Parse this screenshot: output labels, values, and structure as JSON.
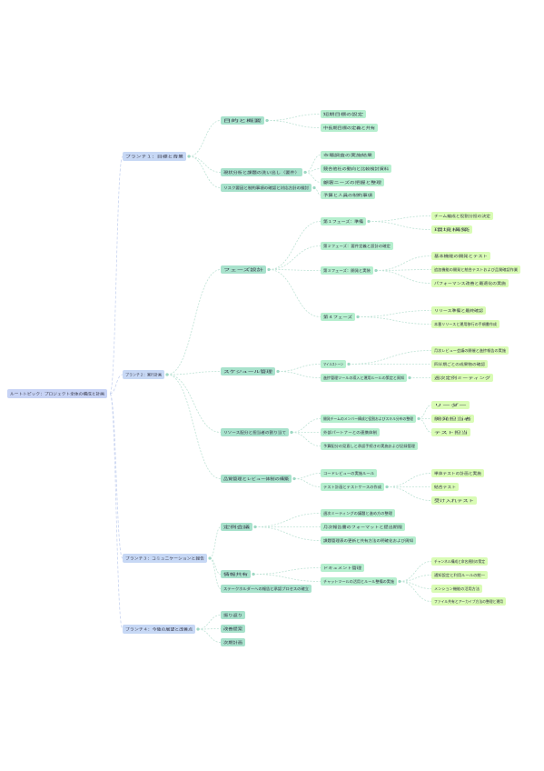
{
  "colors": {
    "root": "#c7d3f5",
    "level1": "#c7d8f5",
    "level2": "#a8e2cc",
    "level3": "#b6efcf",
    "level4": "#d9fcb5",
    "edge": "#bfe3d6",
    "edge_root": "#c7d3f0"
  },
  "nodes": [
    {
      "id": "root",
      "label": "ルートトピック：プロジェクト全体の構成と計画",
      "level": 0
    },
    {
      "id": "b1",
      "label": "ブランチ１：目標と背景",
      "level": 1
    },
    {
      "id": "b1a",
      "label": "目的と概要",
      "level": 2
    },
    {
      "id": "b1a1",
      "label": "短期目標の設定",
      "level": 3
    },
    {
      "id": "b1a2",
      "label": "中長期目標の定義と共有",
      "level": 3
    },
    {
      "id": "b1b",
      "label": "現状分析と課題の洗い出し（要件）",
      "level": 2
    },
    {
      "id": "b1b1",
      "label": "市場調査の実施結果",
      "level": 3
    },
    {
      "id": "b1b2",
      "label": "競合他社の動向と比較検討資料",
      "level": 3
    },
    {
      "id": "b1b3",
      "label": "顧客ニーズの把握と整理",
      "level": 3
    },
    {
      "id": "b1c",
      "label": "リスク要因と制約事項の確認と対応方針の検討",
      "level": 2
    },
    {
      "id": "b1c1",
      "label": "予算と人員の制約事項",
      "level": 3
    },
    {
      "id": "b2",
      "label": "ブランチ２：実行計画",
      "level": 1
    },
    {
      "id": "b2a",
      "label": "フェーズ設計",
      "level": 2
    },
    {
      "id": "b2a1",
      "label": "第１フェーズ：準備",
      "level": 3
    },
    {
      "id": "b2a1a",
      "label": "チーム編成と役割分担の決定",
      "level": 4
    },
    {
      "id": "b2a1b",
      "label": "環境構築",
      "level": 4
    },
    {
      "id": "b2a2",
      "label": "第２フェーズ：要件定義と設計の確定",
      "level": 3
    },
    {
      "id": "b2a3",
      "label": "第３フェーズ：開発と実装",
      "level": 3
    },
    {
      "id": "b2a3a",
      "label": "基本機能の開発とテスト",
      "level": 4
    },
    {
      "id": "b2a3b",
      "label": "追加機能の開発と統合テストおよび品質確認作業",
      "level": 4
    },
    {
      "id": "b2a3c",
      "label": "パフォーマンス改善と最適化の実施",
      "level": 4
    },
    {
      "id": "b2a4",
      "label": "第４フェーズ",
      "level": 3
    },
    {
      "id": "b2a4a",
      "label": "リリース準備と最終確認",
      "level": 4
    },
    {
      "id": "b2a4b",
      "label": "本番リリースと運用移行の手順書作成",
      "level": 4
    },
    {
      "id": "b2b",
      "label": "スケジュール管理",
      "level": 2
    },
    {
      "id": "b2b1",
      "label": "マイルストーン",
      "level": 3
    },
    {
      "id": "b2b1a",
      "label": "月次レビュー会議の開催と進捗報告の実施",
      "level": 4
    },
    {
      "id": "b2b1b",
      "label": "四半期ごとの成果物の確認",
      "level": 4
    },
    {
      "id": "b2b2",
      "label": "進捗管理ツールの導入と運用ルールの策定と周知",
      "level": 3
    },
    {
      "id": "b2b2a",
      "label": "週次定例ミーティング",
      "level": 4
    },
    {
      "id": "b2c",
      "label": "リソース配分と担当者の割り当て",
      "level": 2
    },
    {
      "id": "b2c1",
      "label": "開発チームのメンバー構成と役割およびスキル分布の整理",
      "level": 3
    },
    {
      "id": "b2c1a",
      "label": "リーダー",
      "level": 4
    },
    {
      "id": "b2c1b",
      "label": "開発担当者",
      "level": 4
    },
    {
      "id": "b2c1c",
      "label": "テスト担当",
      "level": 4
    },
    {
      "id": "b2c2",
      "label": "外部パートナーとの連携体制",
      "level": 3
    },
    {
      "id": "b2c3",
      "label": "予算配分の見直しと承認手続きの実施および記録管理",
      "level": 3
    },
    {
      "id": "b2d",
      "label": "品質管理とレビュー体制の構築",
      "level": 2
    },
    {
      "id": "b2d1",
      "label": "コードレビューの実施ルール",
      "level": 3
    },
    {
      "id": "b2d2",
      "label": "テスト計画とテストケースの作成",
      "level": 3
    },
    {
      "id": "b2d2a",
      "label": "単体テストの計画と実施",
      "level": 4
    },
    {
      "id": "b2d2b",
      "label": "結合テスト",
      "level": 4
    },
    {
      "id": "b2d2c",
      "label": "受け入れテスト",
      "level": 4
    },
    {
      "id": "b3",
      "label": "ブランチ３：コミュニケーションと報告",
      "level": 1
    },
    {
      "id": "b3a",
      "label": "定例会議",
      "level": 2
    },
    {
      "id": "b3a1",
      "label": "週次ミーティングの議題と進め方の整理",
      "level": 3
    },
    {
      "id": "b3a2",
      "label": "月次報告書のフォーマットと提出期限",
      "level": 3
    },
    {
      "id": "b3a3",
      "label": "課題管理表の更新と共有方法の明確化および周知",
      "level": 3
    },
    {
      "id": "b3b",
      "label": "情報共有",
      "level": 2
    },
    {
      "id": "b3b1",
      "label": "ドキュメント管理",
      "level": 3
    },
    {
      "id": "b3b2",
      "label": "チャットツールの活用とルール整備の実施",
      "level": 3
    },
    {
      "id": "b3b2a",
      "label": "チャンネル構成と命名規則の策定",
      "level": 4
    },
    {
      "id": "b3b2b",
      "label": "通知設定と利用ルールの統一",
      "level": 4
    },
    {
      "id": "b3b2c",
      "label": "メンション機能の活用方法",
      "level": 4
    },
    {
      "id": "b3b2d",
      "label": "ファイル共有とアーカイブ方法の整理と運用",
      "level": 4
    },
    {
      "id": "b3c",
      "label": "ステークホルダーへの報告と承認プロセスの確立",
      "level": 2
    },
    {
      "id": "b4",
      "label": "ブランチ４：今後の展望と改善点",
      "level": 1
    },
    {
      "id": "b4a",
      "label": "振り返り",
      "level": 2
    },
    {
      "id": "b4b",
      "label": "改善提案",
      "level": 2
    },
    {
      "id": "b4c",
      "label": "次期計画",
      "level": 2
    }
  ]
}
